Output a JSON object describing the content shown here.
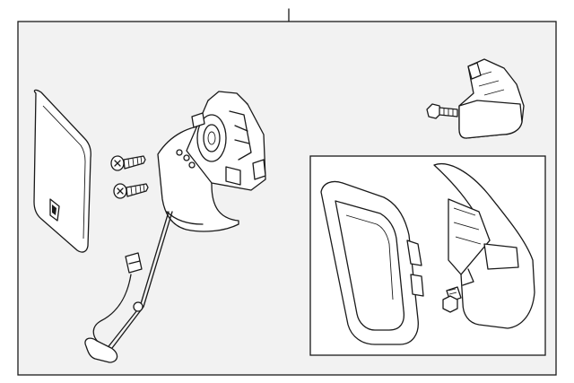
{
  "diagram": {
    "background_color": "#f2f2f2",
    "line_color": "#1a1a1a",
    "parts": [
      "mirror-glass",
      "screw-upper",
      "screw-lower",
      "mirror-actuator",
      "wiring-harness",
      "turn-signal-lamp",
      "lamp-bolt",
      "mirror-cover-kit",
      "cover-frame",
      "cover-cap",
      "cover-screw"
    ]
  }
}
